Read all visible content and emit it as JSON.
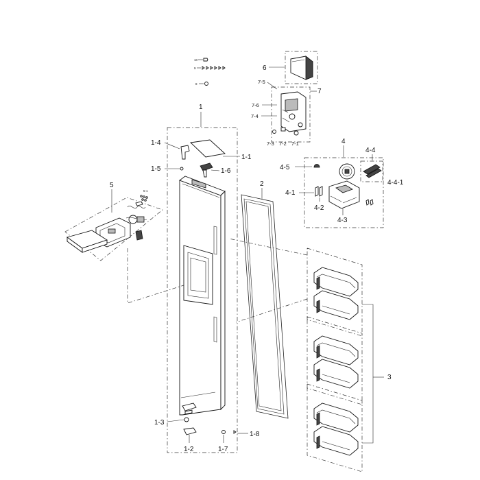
{
  "labels": {
    "main_door": "1",
    "l1_1": "1-1",
    "l1_2": "1-2",
    "l1_3": "1-3",
    "l1_4": "1-4",
    "l1_5": "1-5",
    "l1_6": "1-6",
    "l1_7": "1-7",
    "l1_8": "1-8",
    "gasket": "2",
    "guards": "3",
    "l4": "4",
    "l4_1": "4-1",
    "l4_2": "4-2",
    "l4_3": "4-3",
    "l4_4": "4-4",
    "l4_4_1": "4-4-1",
    "l4_5": "4-5",
    "l5": "5",
    "l5_1": "5-1",
    "l6": "6",
    "l7": "7",
    "l7_1": "7-1",
    "l7_2": "7-2",
    "l7_3": "7-3",
    "l7_4": "7-4",
    "l7_5": "7-5",
    "l7_6": "7-6",
    "l8": "8",
    "l9": "9",
    "l10": "10"
  },
  "colors": {
    "line": "#222222",
    "background": "#ffffff"
  }
}
